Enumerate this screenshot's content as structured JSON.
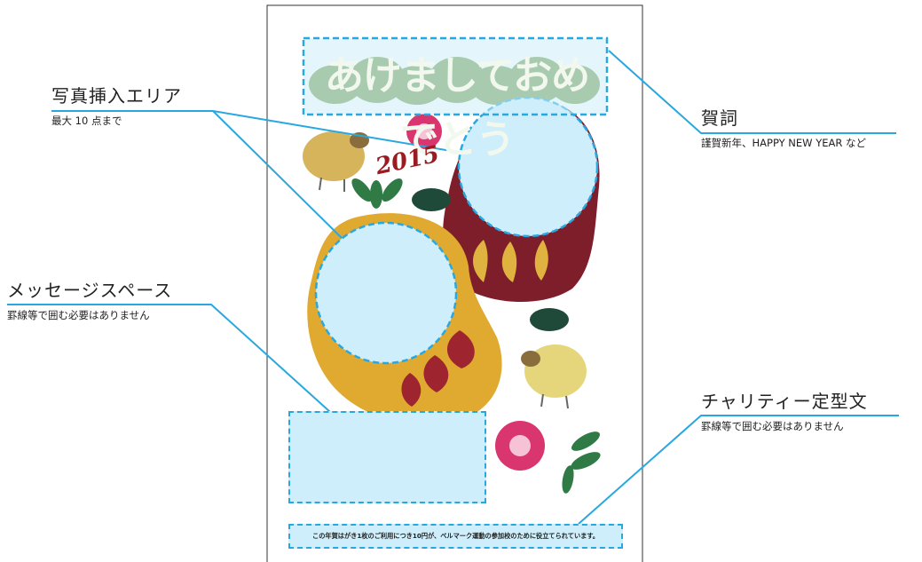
{
  "labels": {
    "photo": {
      "title": "写真挿入エリア",
      "sub": "最大 10 点まで"
    },
    "greeting": {
      "title": "賀詞",
      "sub": "謹賀新年、HAPPY NEW YEAR など"
    },
    "message": {
      "title": "メッセージスペース",
      "sub": "罫線等で囲む必要はありません"
    },
    "charity": {
      "title": "チャリティー定型文",
      "sub": "罫線等で囲む必要はありません"
    }
  },
  "card": {
    "greeting_text": "あけましておめでとう",
    "year": "2015",
    "charity_text": "この年賀はがき1枚のご利用につき10円が、ベルマーク運動の参加校のために役立てられています。"
  },
  "colors": {
    "accent": "#29a8e0",
    "placeholder_fill": "#cdeefa",
    "daruma_red": "#7e1e2b",
    "daruma_gold": "#e0a92f",
    "greeting_green": "#6e9a4b"
  }
}
